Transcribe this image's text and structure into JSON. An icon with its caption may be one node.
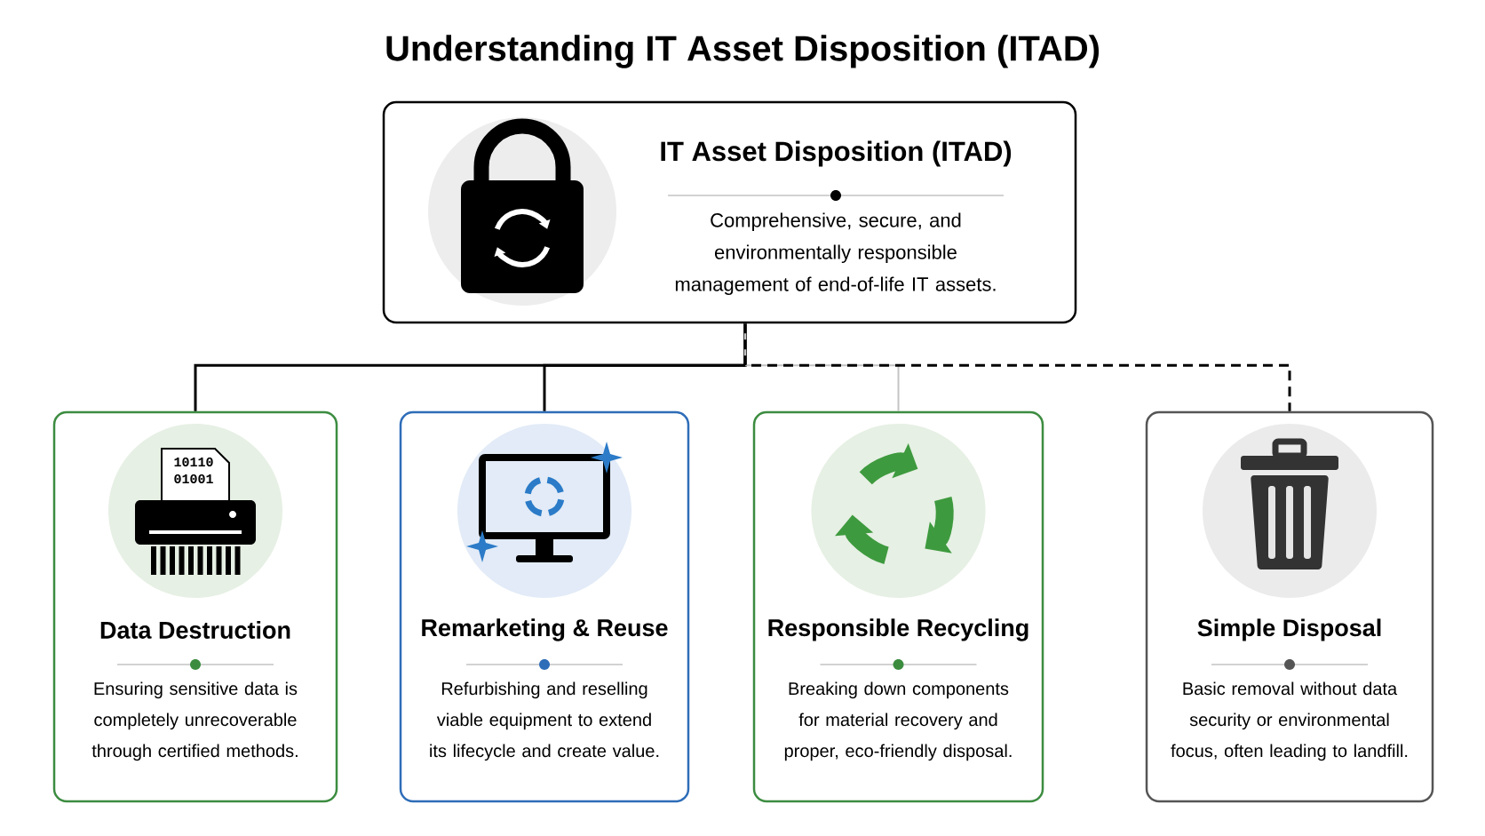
{
  "diagram": {
    "title": "Understanding IT Asset Disposition (ITAD)",
    "nodes": [
      {
        "text": [
          "IT Asset Disposition (ITAD)",
          "Comprehensive, secure, and environmentally responsible management of end-of-life IT assets."
        ]
      },
      {
        "text": [
          "Data Destruction",
          "Ensuring sensitive data is completely unrecoverable through certified methods."
        ]
      },
      {
        "text": [
          "Remarketing & Reuse",
          "Refurbishing and reselling viable equipment to extend its lifecycle and create value."
        ]
      },
      {
        "text": [
          "Responsible Recycling",
          "Breaking down components for material recovery and proper, eco-friendly disposal."
        ]
      },
      {
        "text": [
          "Simple Disposal",
          "Basic removal without data security or environmental focus, often leading to landfill."
        ]
      }
    ],
    "edges": [
      {
        "from": 0,
        "to": 1,
        "arrow": "none"
      },
      {
        "from": 0,
        "to": 2,
        "arrow": "none"
      },
      {
        "from": 0,
        "to": 3,
        "arrow": "none",
        "color": "#c4c4c4"
      },
      {
        "from": 0,
        "to": 4,
        "arrow": "none",
        "style": "dashed"
      }
    ],
    "labels": [
      "10110",
      "01001"
    ]
  }
}
